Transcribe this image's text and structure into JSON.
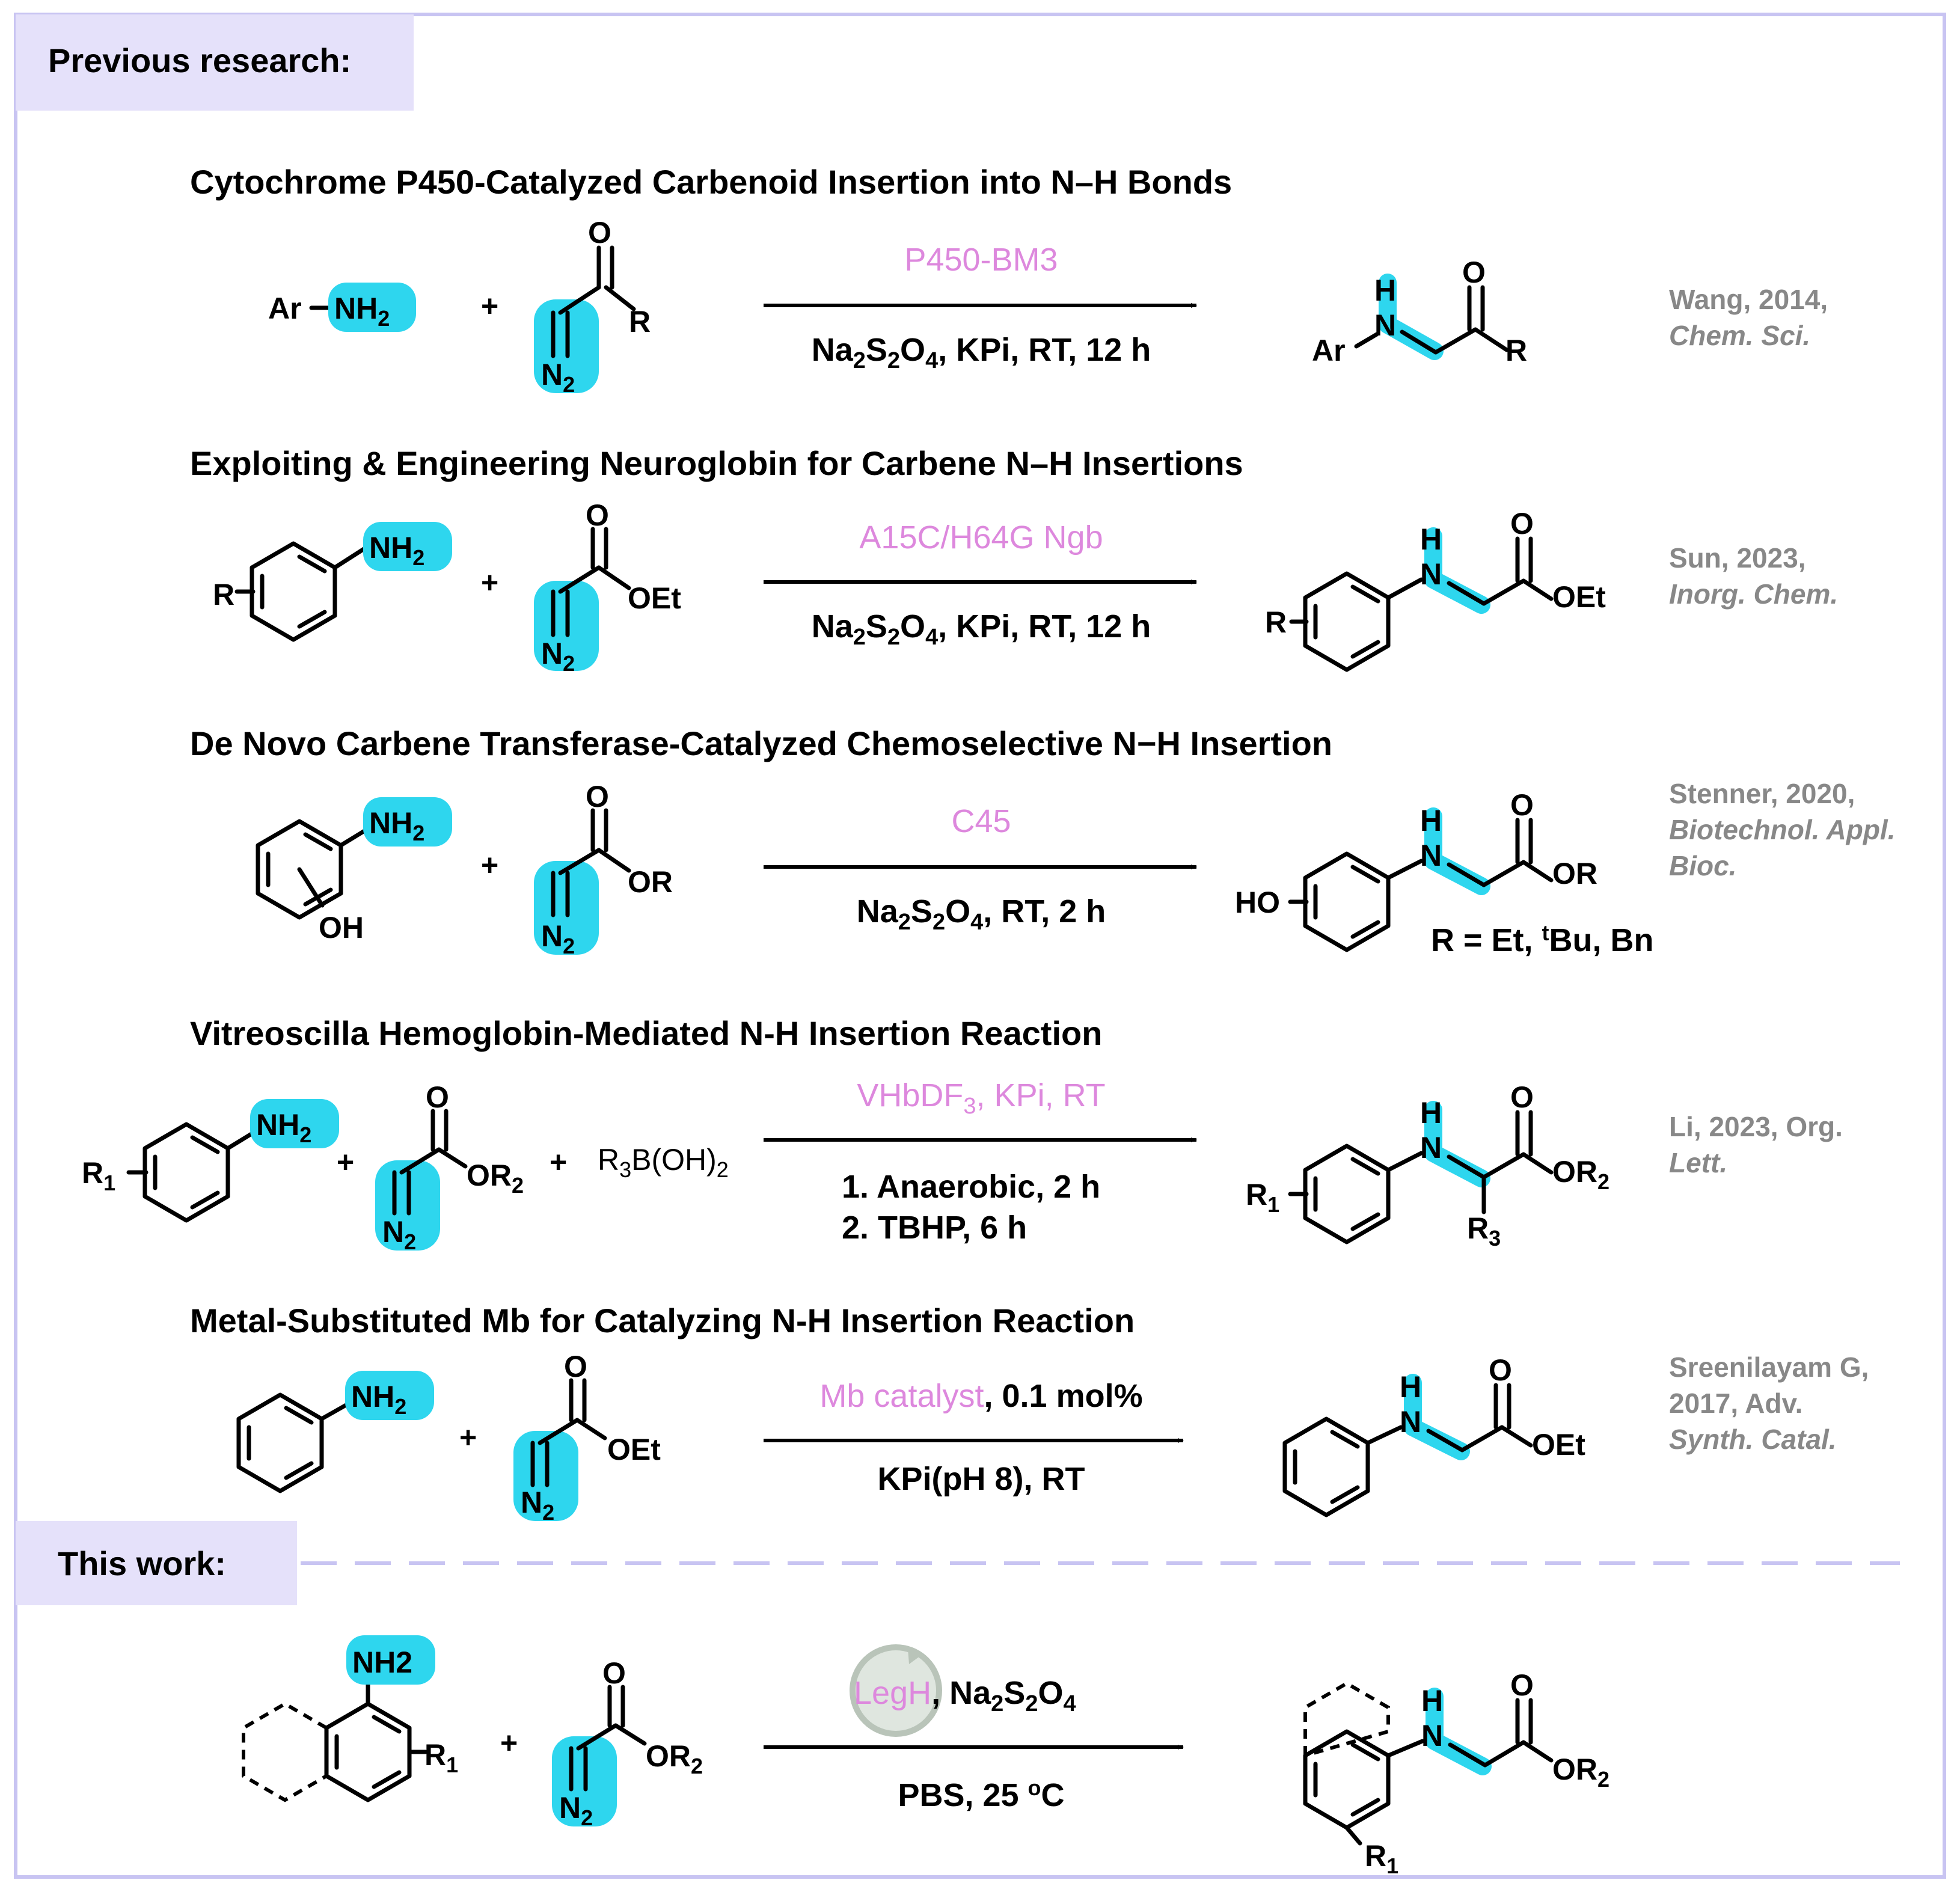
{
  "colors": {
    "accent_highlight": "#2ed6ee",
    "catalyst": "#dd88dd",
    "header_bg": "#e5e1fa",
    "border": "#c8c4f2",
    "reference": "#888888"
  },
  "previous_header": "Previous research:",
  "this_work_header": "This work:",
  "rows": [
    {
      "title": "Cytochrome P450-Catalyzed Carbenoid Insertion into N–H Bonds",
      "catalyst": "P450-BM3",
      "conditions": "Na2S2O4, KPi, RT, 12 h",
      "reference": [
        "Wang, 2014,",
        "Chem. Sci."
      ]
    },
    {
      "title": "Exploiting & Engineering Neuroglobin for Carbene N–H Insertions",
      "catalyst": "A15C/H64G Ngb",
      "conditions": "Na2S2O4, KPi, RT, 12 h",
      "reference": [
        "Sun, 2023,",
        "Inorg. Chem."
      ]
    },
    {
      "title": "De Novo Carbene Transferase-Catalyzed Chemoselective N−H Insertion",
      "catalyst": "C45",
      "conditions": "Na2S2O4, RT, 2 h",
      "note": "R = Et, tBu, Bn",
      "reference": [
        "Stenner, 2020,",
        "Biotechnol. Appl.",
        "Bioc."
      ]
    },
    {
      "title": "Vitreoscilla Hemoglobin-Mediated N-H Insertion Reaction",
      "catalyst": "VHbDF3, KPi, RT",
      "conditions": [
        "1. Anaerobic, 2 h",
        "2. TBHP, 6 h"
      ],
      "reagent": "R3B(OH)2",
      "reference": [
        "Li, 2023, Org.",
        "Lett."
      ]
    },
    {
      "title": "Metal-Substituted Mb for Catalyzing N-H Insertion Reaction",
      "catalyst": "Mb catalyst",
      "catalyst_suffix": ", 0.1 mol%",
      "conditions": "KPi(pH 8), RT",
      "reference": [
        "Sreenilayam G,",
        "2017, Adv.",
        "Synth. Catal."
      ]
    }
  ],
  "this_work": {
    "catalyst": "LegH",
    "catalyst_suffix": ", Na2S2O4",
    "conditions": "PBS, 25 oC"
  },
  "atoms": {
    "NH2": "NH2",
    "NH2_plain": "NH2",
    "N2": "N2",
    "O": "O",
    "H": "H",
    "N": "N",
    "R": "R",
    "Ar": "Ar",
    "OEt": "OEt",
    "OR": "OR",
    "OR2": "OR2",
    "HO": "HO",
    "OH": "OH",
    "R1": "R1",
    "R3": "R3",
    "plus": "+"
  }
}
